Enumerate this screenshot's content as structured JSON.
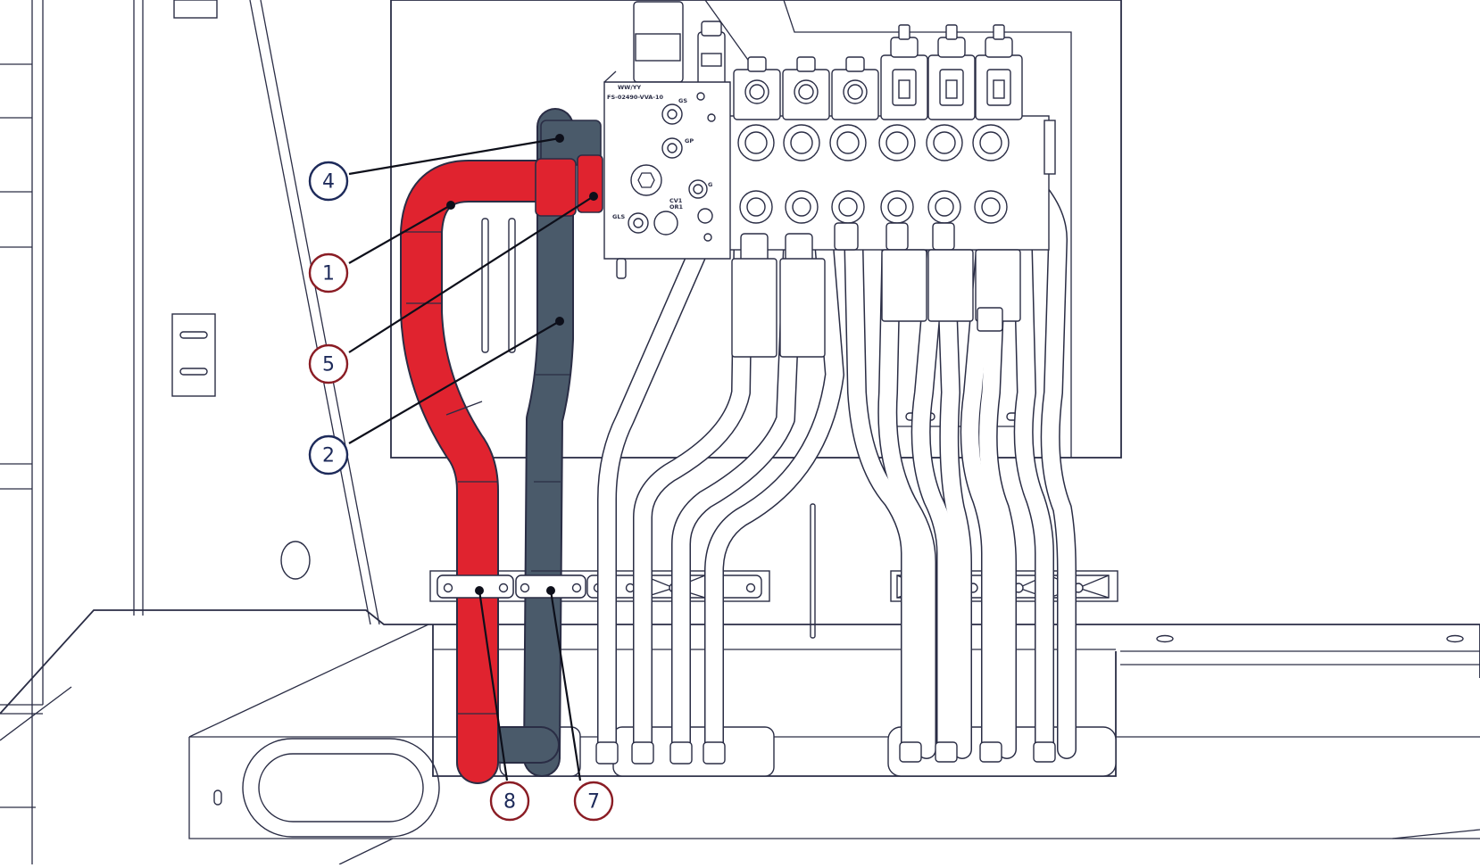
{
  "colors": {
    "line": "#2a2d45",
    "pressure_hose": "#e0232f",
    "return_hose": "#4a5a6a",
    "callout_blue": "#1d2a5a",
    "callout_red": "#8a1c24",
    "white_hose": "#ffffff"
  },
  "valve_block": {
    "code_line1": "WW/YY",
    "code_line2": "FS-02490-VVA-10",
    "port_gs": "GS",
    "port_gp": "GP",
    "port_gls": "GLS",
    "port_cv1": "CV1",
    "port_or1": "OR1",
    "port_g": "G"
  },
  "callouts": [
    {
      "number": "4",
      "color": "blue",
      "part": "return-fitting"
    },
    {
      "number": "1",
      "color": "red",
      "part": "pressure-hose"
    },
    {
      "number": "5",
      "color": "red",
      "part": "pressure-fitting"
    },
    {
      "number": "2",
      "color": "blue",
      "part": "return-hose"
    },
    {
      "number": "8",
      "color": "red",
      "part": "pressure-hose-clamp"
    },
    {
      "number": "7",
      "color": "red",
      "part": "return-hose-clamp"
    }
  ],
  "icons": {
    "drawing": "hydraulic-valve-assembly-drawing",
    "hose_red": "red-pressure-hose",
    "hose_dark": "dark-return-hose"
  }
}
